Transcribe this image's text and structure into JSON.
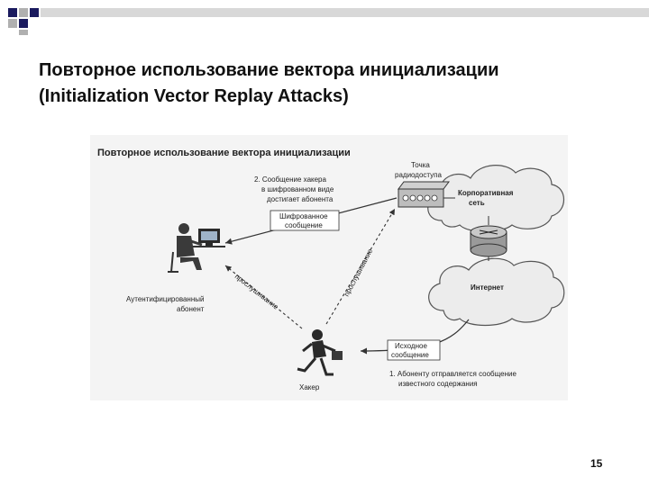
{
  "slide": {
    "title_line1": "Повторное использование вектора инициализации",
    "title_line2": "(Initialization Vector Replay Attacks)",
    "page_number": "15"
  },
  "diagram": {
    "heading": "Повторное использование вектора инициализации",
    "access_point_label": [
      "Точка",
      "радиодоступа"
    ],
    "corporate_net_label": [
      "Корпоративная",
      "сеть"
    ],
    "internet_label": "Интернет",
    "step2_label": [
      "2. Сообщение хакера",
      "в шифрованном виде",
      "достигает абонента"
    ],
    "encrypted_msg_label": [
      "Шифрованное",
      "сообщение"
    ],
    "eavesdrop_label_1": "прослушивание",
    "eavesdrop_label_2": "прослушивание",
    "user_label": [
      "Аутентифицированный",
      "абонент"
    ],
    "source_msg_label": [
      "Исходное",
      "сообщение"
    ],
    "step1_label": [
      "1. Абоненту отправляется сообщение",
      "известного содержания"
    ],
    "hacker_label": "Хакер"
  }
}
